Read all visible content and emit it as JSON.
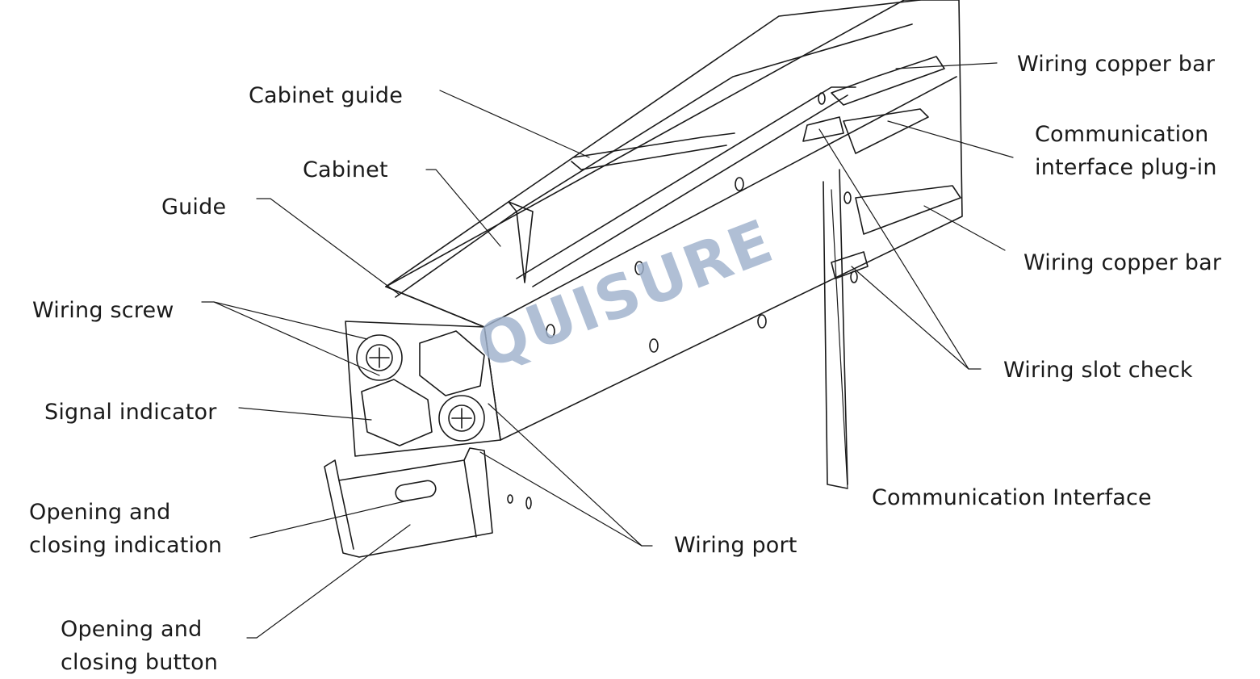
{
  "labels": {
    "cabinet_guide": "Cabinet guide",
    "cabinet": "Cabinet",
    "guide": "Guide",
    "wiring_screw": "Wiring screw",
    "signal_indicator": "Signal indicator",
    "opening_closing_indication": [
      "Opening and",
      "closing indication"
    ],
    "opening_closing_button": [
      "Opening and",
      "closing button"
    ],
    "wiring_copper_bar_top": "Wiring copper bar",
    "communication_interface_plugin": [
      "Communication",
      "interface plug-in"
    ],
    "wiring_copper_bar_mid": "Wiring copper bar",
    "wiring_slot_check": "Wiring slot check",
    "communication_interface": "Communication Interface",
    "wiring_port": "Wiring port"
  },
  "watermark": "QUISURE",
  "colors": {
    "line": "#1a1a1a",
    "watermark": "#9fb2cc",
    "background": "#ffffff"
  }
}
